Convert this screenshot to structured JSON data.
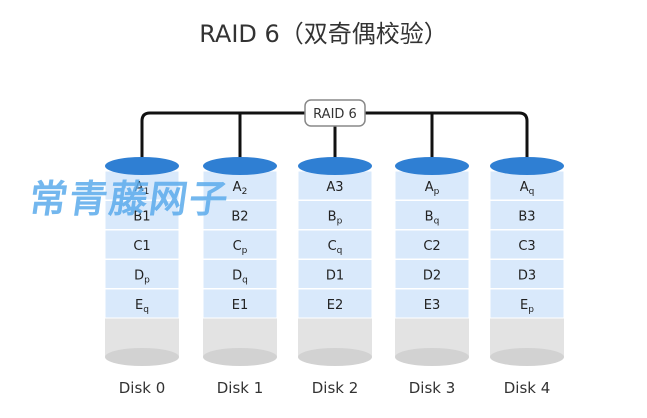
{
  "title": "RAID 6（双奇偶校验）",
  "controller_label": "RAID 6",
  "watermark": "常青藤网子",
  "colors": {
    "cell": "#d9e9fb",
    "cell_border": "#ffffff",
    "cap_top": "#2f7fd3",
    "cylinder_bottom": "#e3e3e3",
    "wire": "#111111"
  },
  "disks": [
    {
      "label": "Disk 0",
      "blocks": [
        {
          "main": "A",
          "sub": "1"
        },
        {
          "main": "B1",
          "sub": ""
        },
        {
          "main": "C1",
          "sub": ""
        },
        {
          "main": "D",
          "sub": "p"
        },
        {
          "main": "E",
          "sub": "q"
        }
      ]
    },
    {
      "label": "Disk 1",
      "blocks": [
        {
          "main": "A",
          "sub": "2"
        },
        {
          "main": "B2",
          "sub": ""
        },
        {
          "main": "C",
          "sub": "p"
        },
        {
          "main": "D",
          "sub": "q"
        },
        {
          "main": "E1",
          "sub": ""
        }
      ]
    },
    {
      "label": "Disk 2",
      "blocks": [
        {
          "main": "A3",
          "sub": ""
        },
        {
          "main": "B",
          "sub": "p"
        },
        {
          "main": "C",
          "sub": "q"
        },
        {
          "main": "D1",
          "sub": ""
        },
        {
          "main": "E2",
          "sub": ""
        }
      ]
    },
    {
      "label": "Disk 3",
      "blocks": [
        {
          "main": "A",
          "sub": "p"
        },
        {
          "main": "B",
          "sub": "q"
        },
        {
          "main": "C2",
          "sub": ""
        },
        {
          "main": "D2",
          "sub": ""
        },
        {
          "main": "E3",
          "sub": ""
        }
      ]
    },
    {
      "label": "Disk 4",
      "blocks": [
        {
          "main": "A",
          "sub": "q"
        },
        {
          "main": "B3",
          "sub": ""
        },
        {
          "main": "C3",
          "sub": ""
        },
        {
          "main": "D3",
          "sub": ""
        },
        {
          "main": "E",
          "sub": "p"
        }
      ]
    }
  ]
}
